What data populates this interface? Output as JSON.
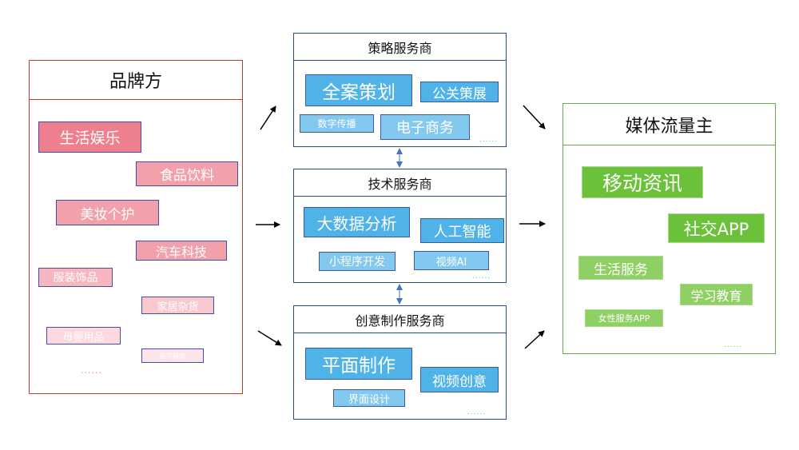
{
  "brand": {
    "title": "品牌方",
    "tags": [
      "生活娱乐",
      "食品饮料",
      "美妆个护",
      "汽车科技",
      "服装饰品",
      "家居杂货",
      "母婴用品",
      "医学药物"
    ],
    "more": "......"
  },
  "strategy": {
    "title": "策略服务商",
    "tags": [
      "全案策划",
      "公关策展",
      "数字传播",
      "电子商务"
    ],
    "more": "......"
  },
  "tech": {
    "title": "技术服务商",
    "tags": [
      "大数据分析",
      "人工智能",
      "小程序开发",
      "视频AI"
    ],
    "more": "......"
  },
  "creative": {
    "title": "创意制作服务商",
    "tags": [
      "平面制作",
      "视频创意",
      "界面设计"
    ],
    "more": "......"
  },
  "media": {
    "title": "媒体流量主",
    "tags": [
      "移动资讯",
      "社交APP",
      "生活服务",
      "学习教育",
      "女性服务APP"
    ],
    "more": "......"
  },
  "colors": {
    "brand_border": "#c0392b",
    "service_border": "#2e4a8c",
    "media_border": "#6aa84f",
    "blue_tag": "#4fb3e8",
    "green_tag": "#6cc13b",
    "pink_tag": "#ee7f8e"
  }
}
